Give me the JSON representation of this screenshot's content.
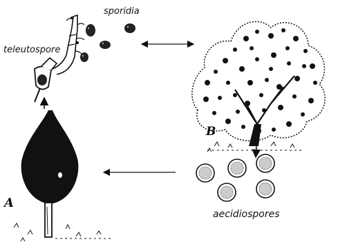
{
  "labels": {
    "sporidia": "sporidia",
    "teleutospore": "teleutospore",
    "aecidiospores": "aecidiospores",
    "host_a": "A",
    "host_b": "B"
  },
  "colors": {
    "ink": "#111111",
    "paper": "#ffffff",
    "spore_fill": "#c8c8c8"
  }
}
